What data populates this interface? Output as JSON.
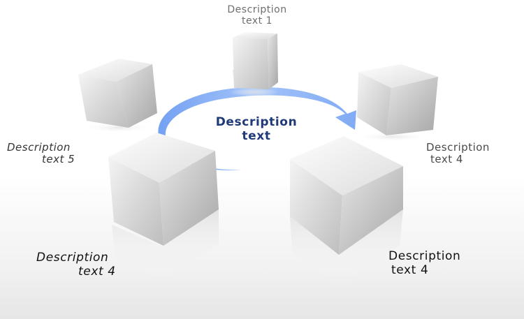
{
  "center": {
    "line1": "Description",
    "line2": "text"
  },
  "labels": {
    "top": {
      "line1": "Description",
      "line2": "text 1"
    },
    "left": {
      "line1": "Description",
      "line2": "text 5"
    },
    "right": {
      "line1": "Description",
      "line2": "text 4"
    },
    "bottom_left": {
      "line1": "Description",
      "line2": "text 4"
    },
    "bottom_right": {
      "line1": "Description",
      "line2": "text 4"
    }
  },
  "colors": {
    "arrow": "#7fa9f5",
    "center_text": "#1f3a78",
    "cube_light": "#f7f7f7",
    "cube_mid": "#d9d9d9",
    "cube_dark": "#a9a9a9"
  }
}
